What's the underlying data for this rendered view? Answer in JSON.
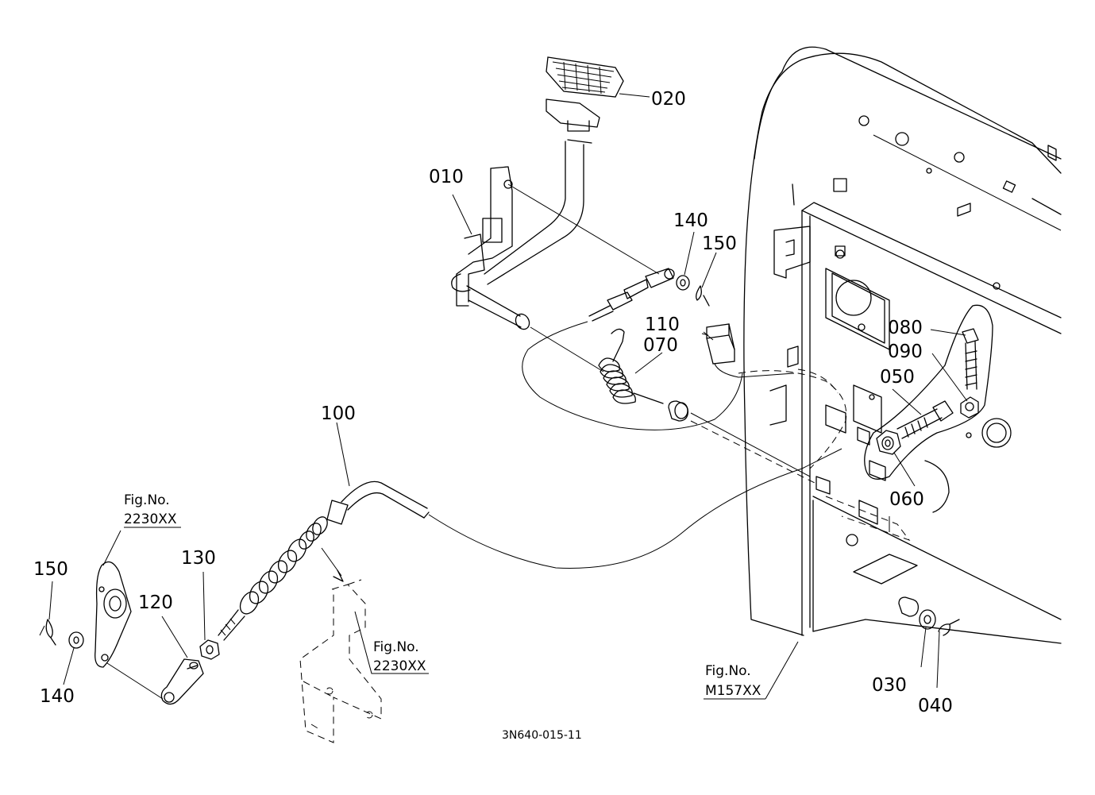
{
  "diagram": {
    "drawing_code": "3N640-015-11",
    "part_labels": {
      "p010": "010",
      "p020": "020",
      "p030": "030",
      "p040": "040",
      "p050": "050",
      "p060": "060",
      "p070": "070",
      "p080": "080",
      "p090": "090",
      "p100": "100",
      "p110": "110",
      "p120": "120",
      "p130": "130",
      "p140_top": "140",
      "p140_left": "140",
      "p150_top": "150",
      "p150_left": "150"
    },
    "figure_refs": {
      "ref_left": {
        "title": "Fig.No.",
        "number": "2230XX"
      },
      "ref_bracket": {
        "title": "Fig.No.",
        "number": "2230XX"
      },
      "ref_panel": {
        "title": "Fig.No.",
        "number": "M157XX"
      }
    }
  }
}
